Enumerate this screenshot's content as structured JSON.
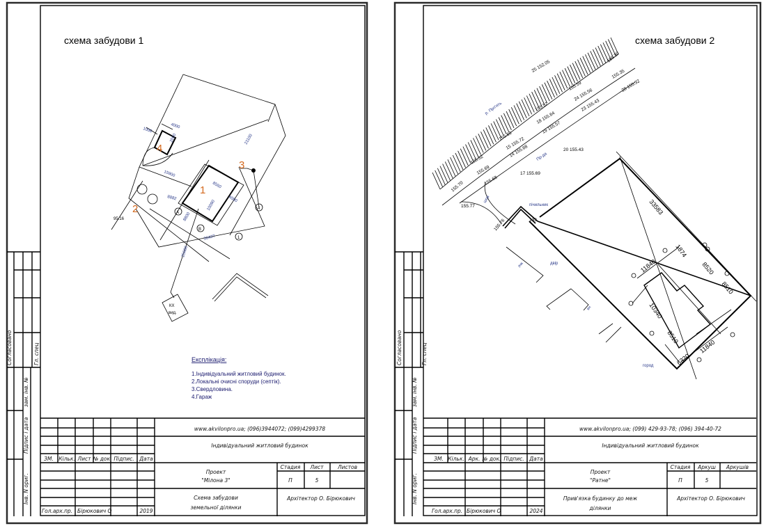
{
  "sheets": [
    {
      "heading": "схема забудови 1",
      "explication": {
        "heading": "Експлікація:",
        "items": [
          "1.Індивідуальний житловий будинок.",
          "2.Локальні очисні споруди (септік).",
          "3.Свердловина.",
          "4.Гараж"
        ]
      },
      "drawing": {
        "markers": [
          "1",
          "2",
          "3",
          "4"
        ],
        "dims": [
          "1000",
          "4000",
          "2000",
          "15900",
          "21100",
          "8560",
          "10090",
          "4000",
          "8882",
          "8800",
          "30437",
          "25686"
        ],
        "elevation": "95.16",
        "axes": [
          "А",
          "В",
          "1",
          "4"
        ],
        "kx": [
          "КХ",
          "вид."
        ]
      },
      "side_stamp": [
        "Согласовано",
        "Гл. спец",
        "зам. інв. №",
        "Підпис і дата",
        "Інв. N ориг."
      ],
      "title_block": {
        "website": "www.akvilonpro.ua;  (096)3944072; (099)4299378",
        "building": "Індивідуальний житловий будинок",
        "headers": [
          "ЗМ.",
          "Кільк.",
          "Лист",
          "№ док.",
          "Підпис.",
          "Дата"
        ],
        "project_label": "Проект",
        "project_name": "\"Мілона 3\"",
        "stage_headers": [
          "Стадия",
          "Лист",
          "Листов"
        ],
        "stage": "П",
        "sheet": "5",
        "drawing_title": [
          "Схема забудови",
          "земельної ділянки"
        ],
        "architect": "Архітектор О. Бірюкович",
        "chief_label": "Гол.арх.пр.",
        "chief_name": "Бірюкович О",
        "year": "2019"
      }
    },
    {
      "heading": "схема забудови 2",
      "drawing": {
        "dims": [
          "33583",
          "1874",
          "8520",
          "8510",
          "11840",
          "10340",
          "8510",
          "6320",
          "11840"
        ],
        "labels": [
          "р. Прп'ять",
          "шов",
          "пічильник",
          "зчк",
          "двір",
          "кн",
          "город",
          "Пр-да"
        ],
        "elevations": [
          "25 152.05",
          "155.59",
          "24 155.56",
          "23 155.43",
          "155.52",
          "18 155.64",
          "19 155.57",
          "155.69",
          "15 155.72",
          "14 155.68",
          "20 155.43",
          "155.52",
          "155.69",
          "155.68",
          "17 155.69",
          "155.70",
          "155.77",
          "155.76",
          "155.35",
          "28 155.32",
          "155.30",
          "133"
        ]
      },
      "side_stamp": [
        "Согласовано",
        "Гл. спец",
        "зам. інв. №",
        "Підпис і дата",
        "Інв. N ориг."
      ],
      "title_block": {
        "website": "www.akvilonpro.ua; (099) 429-93-78; (096) 394-40-72",
        "building": "Індивідуальний житловий будинок",
        "headers": [
          "ЗМ.",
          "Кільк.",
          "Арк.",
          "№ док.",
          "Підпис.",
          "Дата"
        ],
        "project_label": "Проект",
        "project_name": "\"Ратне\"",
        "stage_headers": [
          "Стадия",
          "Аркуш",
          "Аркушів"
        ],
        "stage": "П",
        "sheet": "5",
        "drawing_title": [
          "Прив'язка будинку до меж",
          "ділянки"
        ],
        "architect": "Архітектор О. Бірюкович",
        "chief_label": "Гол.арх.пр.",
        "chief_name": "Бірюкович О",
        "year": "2024"
      }
    }
  ]
}
